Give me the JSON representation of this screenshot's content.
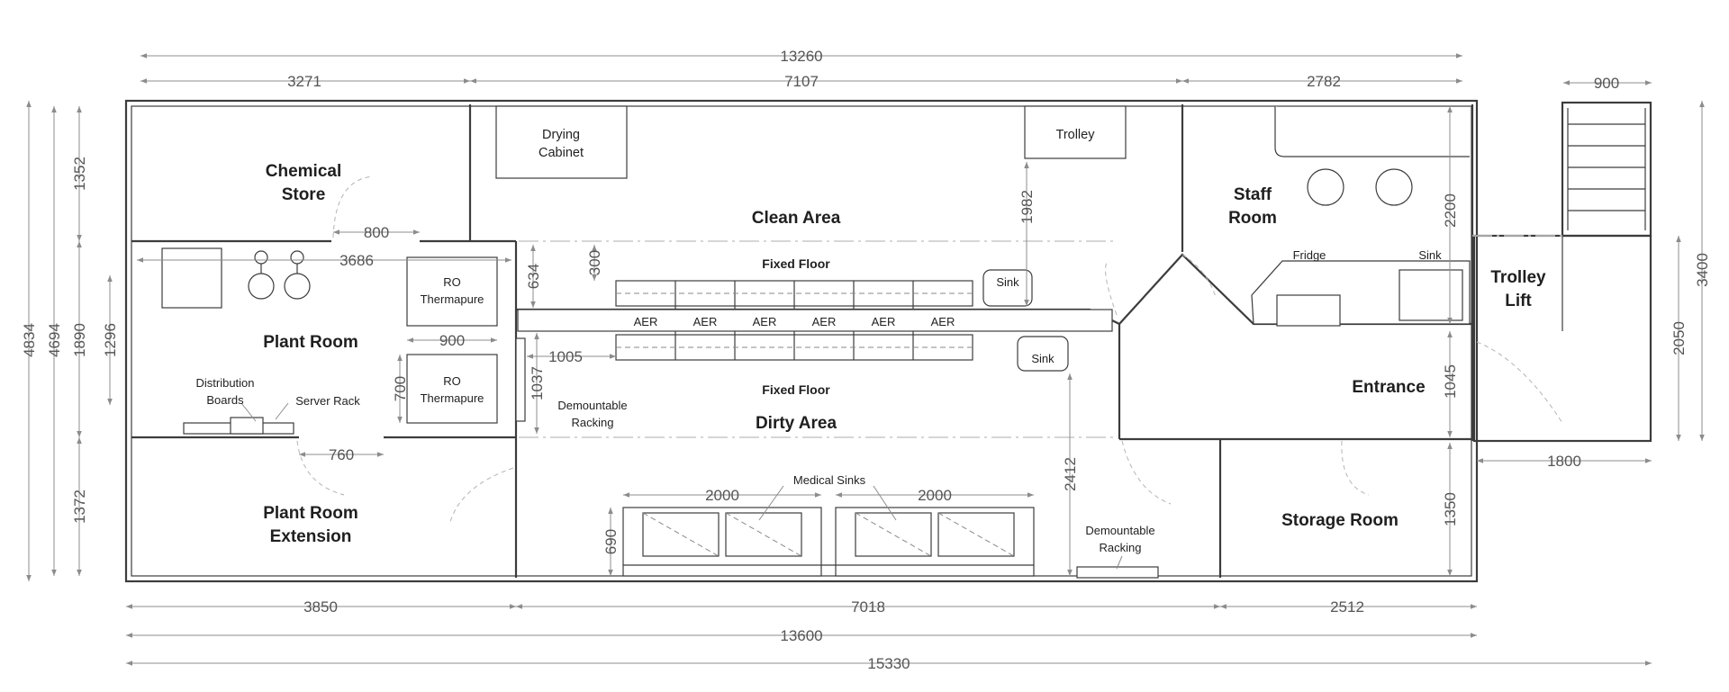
{
  "rooms": {
    "chemical_store": [
      "Chemical",
      "Store"
    ],
    "plant_room": "Plant Room",
    "plant_room_extension": [
      "Plant Room",
      "Extension"
    ],
    "clean_area": "Clean Area",
    "dirty_area": "Dirty Area",
    "staff_room": [
      "Staff",
      "Room"
    ],
    "trolley_lift": [
      "Trolley",
      "Lift"
    ],
    "entrance": "Entrance",
    "storage_room": "Storage Room"
  },
  "labels": {
    "drying_cabinet": [
      "Drying",
      "Cabinet"
    ],
    "trolley": "Trolley",
    "fixed_floor": "Fixed Floor",
    "sink": "Sink",
    "fridge": "Fridge",
    "ro_thermapure": [
      "RO",
      "Thermapure"
    ],
    "distribution_boards": [
      "Distribution",
      "Boards"
    ],
    "server_rack": "Server Rack",
    "demountable_racking": [
      "Demountable",
      "Racking"
    ],
    "medical_sinks": "Medical Sinks",
    "aer": "AER"
  },
  "dimensions": {
    "overall_top": "13260",
    "top_segments": [
      "3271",
      "7107",
      "2782"
    ],
    "lift_width": "900",
    "bottom_segments": [
      "3850",
      "7018",
      "2512"
    ],
    "overall_bottom_inner": "13600",
    "overall_bottom_outer": "15330",
    "left_outer": [
      "4834",
      "4694"
    ],
    "left_inner": [
      "1352",
      "1890",
      "1372"
    ],
    "left_plant": "1296",
    "door_chemical": "800",
    "plant_width": "3686",
    "ro_gap": "900",
    "ro_height": "700",
    "door_plant_ext": "760",
    "corridor_height": "634",
    "aer_depth": "300",
    "racking_offset": "1005",
    "racking_length": "1037",
    "clean_right": "1982",
    "dirty_right": "2412",
    "medical_sink_widths": [
      "2000",
      "2000"
    ],
    "medical_sink_depth": "690",
    "staff_height": "2200",
    "entrance_height": "1045",
    "storage_height": "1350",
    "lift_right_outer": "3400",
    "lift_right_inner": "2050",
    "lift_bottom": "1800"
  }
}
